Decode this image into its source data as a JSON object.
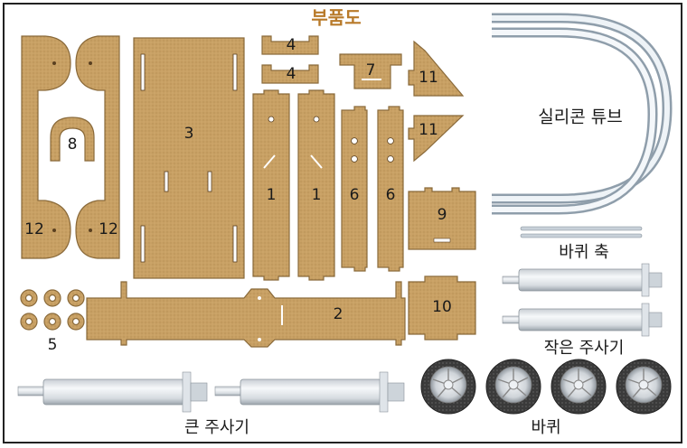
{
  "title": "부품도",
  "part_numbers": {
    "p4a": "4",
    "p4b": "4",
    "p7": "7",
    "p11a": "11",
    "p11b": "11",
    "p3": "3",
    "p8": "8",
    "p12a": "12",
    "p12b": "12",
    "p1a": "1",
    "p1b": "1",
    "p6a": "6",
    "p6b": "6",
    "p9": "9",
    "p10": "10",
    "p2": "2",
    "p5": "5"
  },
  "component_labels": {
    "silicone_tube": "실리콘 튜브",
    "wheel_axle": "바퀴 축",
    "small_syringe": "작은 주사기",
    "large_syringe": "큰 주사기",
    "wheel": "바퀴"
  },
  "colors": {
    "cardboard": "#c8a064",
    "cardboard_edge": "#8a6a3a",
    "title": "#b87a2a"
  }
}
